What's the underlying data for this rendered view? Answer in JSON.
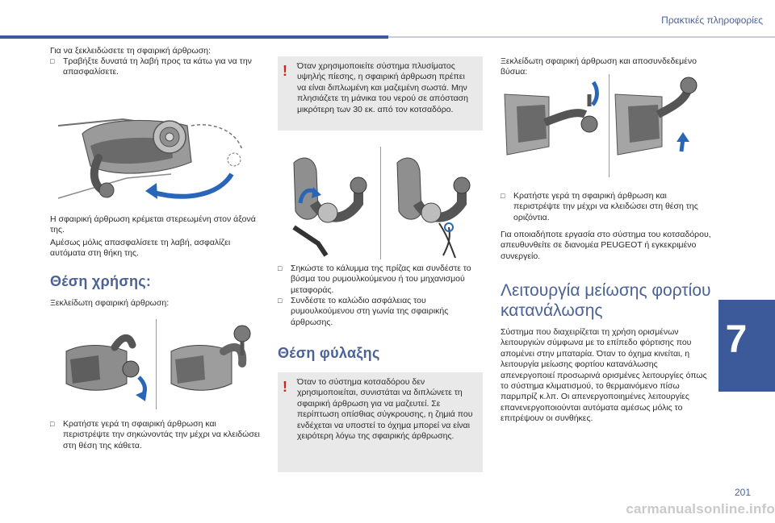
{
  "header": {
    "section_title": "Πρακτικές πληροφορίες",
    "chapter_number": "7",
    "page_number": "201"
  },
  "watermark": "carmanualsonline.info",
  "col1": {
    "intro": "Για να ξεκλειδώσετε τη σφαιρική άρθρωση:",
    "bullet1": "Τραβήξτε δυνατά τη λαβή προς τα κάτω για να την απασφαλίσετε.",
    "para1": "Η σφαιρική άρθρωση κρέμεται στερεωμένη στον άξονά της.",
    "para2": "Αμέσως μόλις απασφαλίσετε τη λαβή, ασφαλίζει αυτόματα στη θήκη της.",
    "heading": "Θέση χρήσης:",
    "intro2": "Ξεκλείδωτη σφαιρική άρθρωση:",
    "bullet2": "Κρατήστε γερά τη σφαιρική άρθρωση και περιστρέψτε την σηκώνοντάς την μέχρι να κλειδώσει στη θέση της κάθετα."
  },
  "col2": {
    "warning1": "Όταν χρησιμοποιείτε σύστημα πλυσίματος υψηλής πίεσης, η σφαιρική άρθρωση πρέπει να είναι διπλωμένη και μαζεμένη σωστά. Μην πλησιάζετε τη μάνικα του νερού σε απόσταση μικρότερη των 30 εκ. από τον κοτσαδόρο.",
    "bullet1": "Σηκώστε το κάλυμμα της πρίζας και συνδέστε το βύσμα του ρυμουλκούμενου ή του μηχανισμού μεταφοράς.",
    "bullet2": "Συνδέστε το καλώδιο ασφάλειας του ρυμουλκούμενου στη γωνία της σφαιρικής άρθρωσης.",
    "heading": "Θέση φύλαξης",
    "warning2": "Όταν το σύστημα κοτσαδόρου δεν χρησιμοποιείται, συνιστάται να διπλώνετε τη σφαιρική άρθρωση για να μαζευτεί. Σε περίπτωση οπίσθιας σύγκρουσης, η ζημιά που ενδέχεται να υποστεί το όχημα μπορεί να είναι χειρότερη λόγω της σφαιρικής άρθρωσης."
  },
  "col3": {
    "intro": "Ξεκλείδωτη σφαιρική άρθρωση και αποσυνδεδεμένο βύσμα:",
    "bullet1": "Κρατήστε γερά τη σφαιρική άρθρωση και περιστρέψτε την μέχρι να κλειδώσει στη θέση της οριζόντια.",
    "para1": "Για οποιαδήποτε εργασία στο σύστημα του κοτσαδόρου, απευθυνθείτε σε διανομέα PEUGEOT ή εγκεκριμένο συνεργείο.",
    "heading": "Λειτουργία μείωσης φορτίου κατανάλωσης",
    "para2": "Σύστημα που διαχειρίζεται τη χρήση ορισμένων λειτουργιών σύμφωνα με το επίπεδο φόρτισης που απομένει στην μπαταρία. Όταν το όχημα κινείται, η λειτουργία μείωσης φορτίου κατανάλωσης απενεργοποιεί προσωρινά ορισμένες λειτουργίες όπως το σύστημα κλιματισμού, το θερμαινόμενο πίσω παρμπρίζ κ.λπ. Οι απενεργοποιημένες λειτουργίες επανενεργοποιούνται αυτόματα αμέσως μόλις το επιτρέψουν οι συνθήκες."
  },
  "colors": {
    "brand_blue": "#3c5a9a",
    "title_blue": "#4b6296",
    "arrow_blue": "#2a66b8",
    "warning_red": "#d62222",
    "warning_bg": "#e9e9e9"
  },
  "icons": {
    "warning": "exclamation-icon",
    "bullet": "check-bullet-icon"
  }
}
